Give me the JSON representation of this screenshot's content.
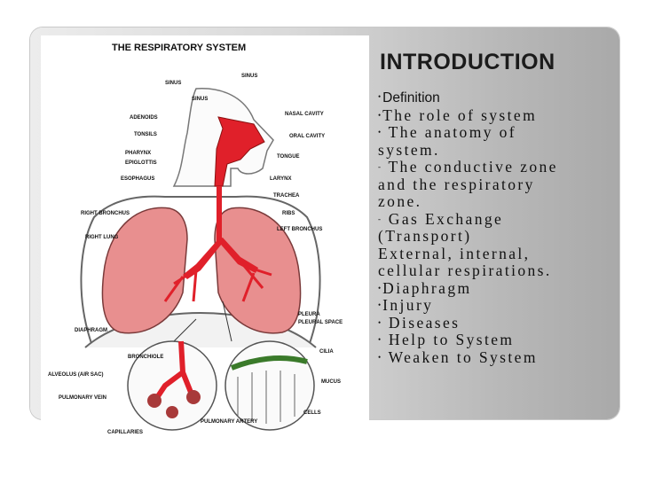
{
  "slide": {
    "title": "INTRODUCTION",
    "bullets": [
      {
        "marker": "•",
        "text": "Definition"
      },
      {
        "marker": "•",
        "text": "The role of system"
      },
      {
        "marker": "•",
        "text": " The anatomy of",
        "continuation": "system."
      },
      {
        "marker": "-",
        "text": " The conductive zone",
        "continuation": "and the respiratory"
      },
      {
        "marker": "",
        "text": "zone."
      },
      {
        "marker": "-",
        "text": " Gas Exchange"
      },
      {
        "marker": "",
        "text": "(Transport)"
      },
      {
        "marker": "",
        "text": "External, internal,"
      },
      {
        "marker": "",
        "text": "cellular respirations."
      },
      {
        "marker": "•",
        "text": "Diaphragm"
      },
      {
        "marker": "•",
        "text": "Injury"
      },
      {
        "marker": "•",
        "text": " Diseases"
      },
      {
        "marker": "•",
        "text": " Help to System"
      },
      {
        "marker": "•",
        "text": " Weaken to System"
      }
    ]
  },
  "diagram": {
    "title": "THE RESPIRATORY SYSTEM",
    "labels": {
      "sinus_top": "SINUS",
      "sinus_left": "SINUS",
      "sinus_mid": "SINUS",
      "nasal_cavity": "NASAL CAVITY",
      "adenoids": "ADENOIDS",
      "tonsils": "TONSILS",
      "oral_cavity": "ORAL CAVITY",
      "pharynx": "PHARYNX",
      "tongue": "TONGUE",
      "epiglottis": "EPIGLOTTIS",
      "esophagus": "ESOPHAGUS",
      "larynx": "LARYNX",
      "trachea": "TRACHEA",
      "right_bronchus": "RIGHT BRONCHUS",
      "ribs": "RIBS",
      "left_bronchus": "LEFT BRONCHUS",
      "right_lung": "RIGHT LUNG",
      "diaphragm": "DIAPHRAGM",
      "pleura": "PLEURA",
      "pleural_space": "PLEURAL SPACE",
      "bronchiole": "BRONCHIOLE",
      "cilia": "CILIA",
      "alveolus": "ALVEOLUS (AIR SAC)",
      "mucus": "MUCUS",
      "pulmonary_vein": "PULMONARY VEIN",
      "cells": "CELLS",
      "pulmonary_artery": "PULMONARY ARTERY",
      "capillaries": "CAPILLARIES"
    }
  },
  "colors": {
    "lung": "#e88f8f",
    "airway": "#e0202a",
    "panel_light": "#ececec",
    "panel_dark": "#a9a9a9"
  }
}
